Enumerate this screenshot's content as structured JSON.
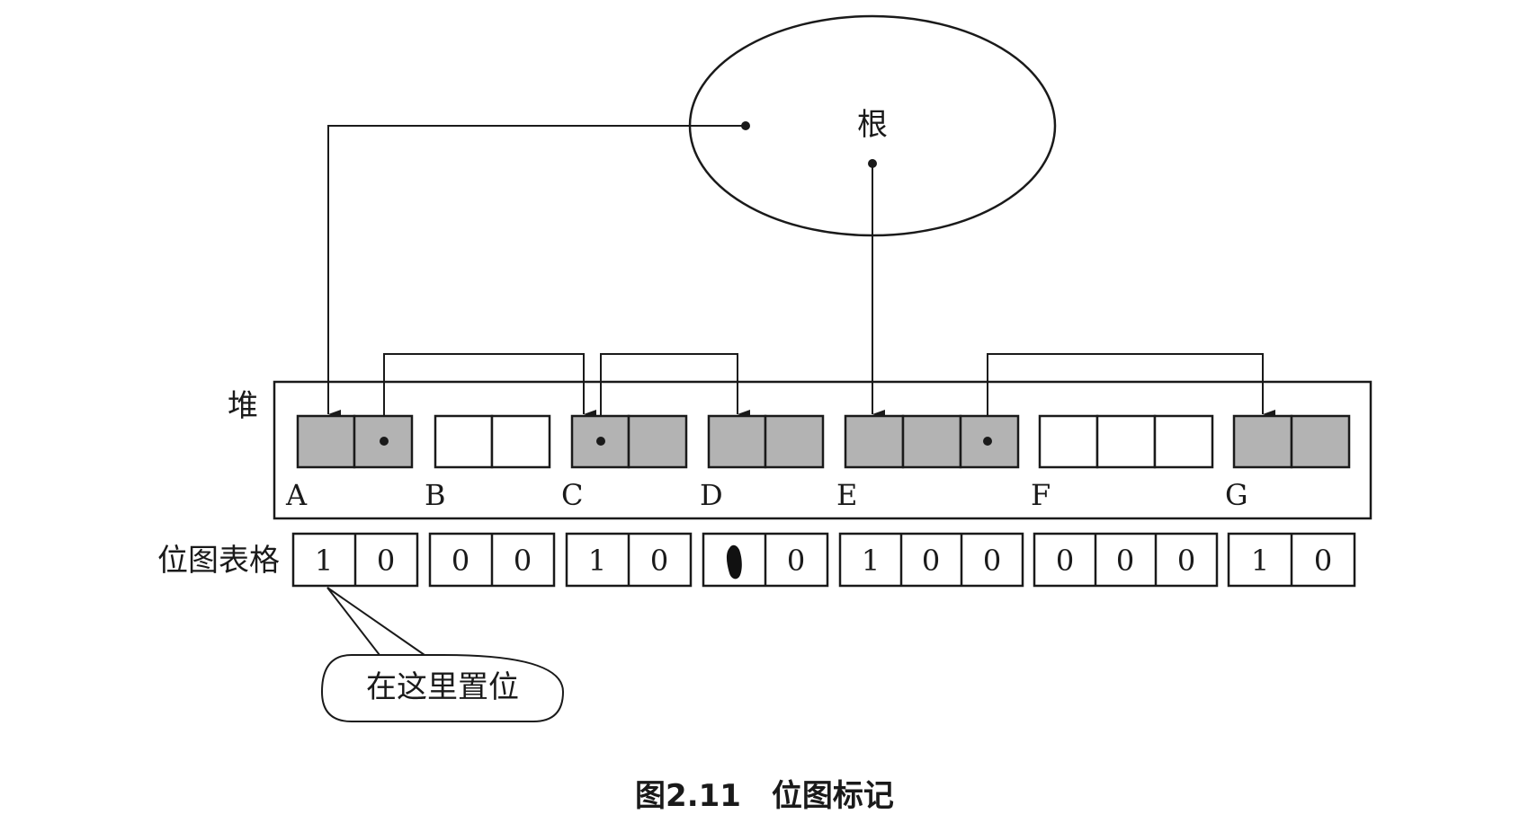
{
  "root_label": "根",
  "heap_label": "堆",
  "bitmap_label": "位图表格",
  "callout_text": "在这里置位",
  "caption": "图2.11　位图标记",
  "colors": {
    "ink": "#1a1a1a",
    "marked_fill": "#b3b3b3",
    "unmarked_fill": "#ffffff"
  },
  "objects": [
    {
      "label": "A",
      "cells": 2,
      "marked": true,
      "bits": [
        "1",
        "0"
      ]
    },
    {
      "label": "B",
      "cells": 2,
      "marked": false,
      "bits": [
        "0",
        "0"
      ]
    },
    {
      "label": "C",
      "cells": 2,
      "marked": true,
      "bits": [
        "1",
        "0"
      ]
    },
    {
      "label": "D",
      "cells": 2,
      "marked": true,
      "bits": [
        "",
        "0"
      ]
    },
    {
      "label": "E",
      "cells": 3,
      "marked": true,
      "bits": [
        "1",
        "0",
        "0"
      ]
    },
    {
      "label": "F",
      "cells": 3,
      "marked": false,
      "bits": [
        "0",
        "0",
        "0"
      ]
    },
    {
      "label": "G",
      "cells": 2,
      "marked": true,
      "bits": [
        "1",
        "0"
      ]
    }
  ]
}
